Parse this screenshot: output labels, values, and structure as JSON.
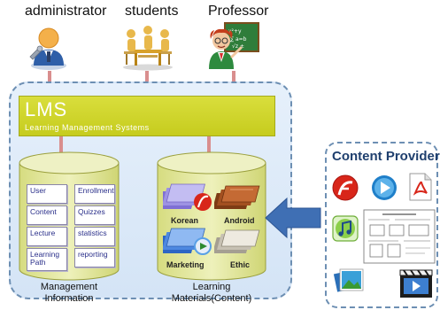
{
  "actors": [
    {
      "label": "administrator",
      "icon": "administrator-icon"
    },
    {
      "label": "students",
      "icon": "students-icon"
    },
    {
      "label": "Professor",
      "icon": "professor-icon"
    }
  ],
  "lms": {
    "title": "LMS",
    "subtitle": "Learning Management Systems"
  },
  "management": {
    "label_line1": "Management",
    "label_line2": "Information",
    "items": [
      "User",
      "Enrollment",
      "Content",
      "Quizzes",
      "Lecture",
      "statistics",
      "Learning Path",
      "reporting"
    ]
  },
  "materials": {
    "label_line1": "Learning",
    "label_line2": "Materials(Content)",
    "items": [
      "Korean",
      "Android",
      "Marketing",
      "Ethic"
    ]
  },
  "content_provider": {
    "title": "Content Provider",
    "icons": [
      "flash-icon",
      "media-player-icon",
      "pdf-icon",
      "music-file-icon",
      "document-thumbnail-icon",
      "photos-icon",
      "video-file-icon"
    ]
  },
  "colors": {
    "lms_banner": "#c6cc1e",
    "container_border": "#6d8fb3",
    "container_fill": "#dbe8f7",
    "cylinder_fill": "#e4e9a0",
    "connector": "#d98e8e",
    "arrow": "#3f6fb4",
    "provider_title": "#1f3f6e"
  }
}
